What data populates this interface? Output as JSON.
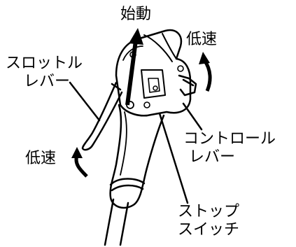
{
  "labels": {
    "start": "始動",
    "low_speed_right": "低速",
    "throttle_lever_line1": "スロットル",
    "throttle_lever_line2": "レバー",
    "control_lever_line1": "コントロール",
    "control_lever_line2": "レバー",
    "low_speed_left": "低速",
    "stop_switch_line1": "ストップ",
    "stop_switch_line2": "スイッチ"
  },
  "colors": {
    "ink": "#000000",
    "paper": "#ffffff"
  }
}
